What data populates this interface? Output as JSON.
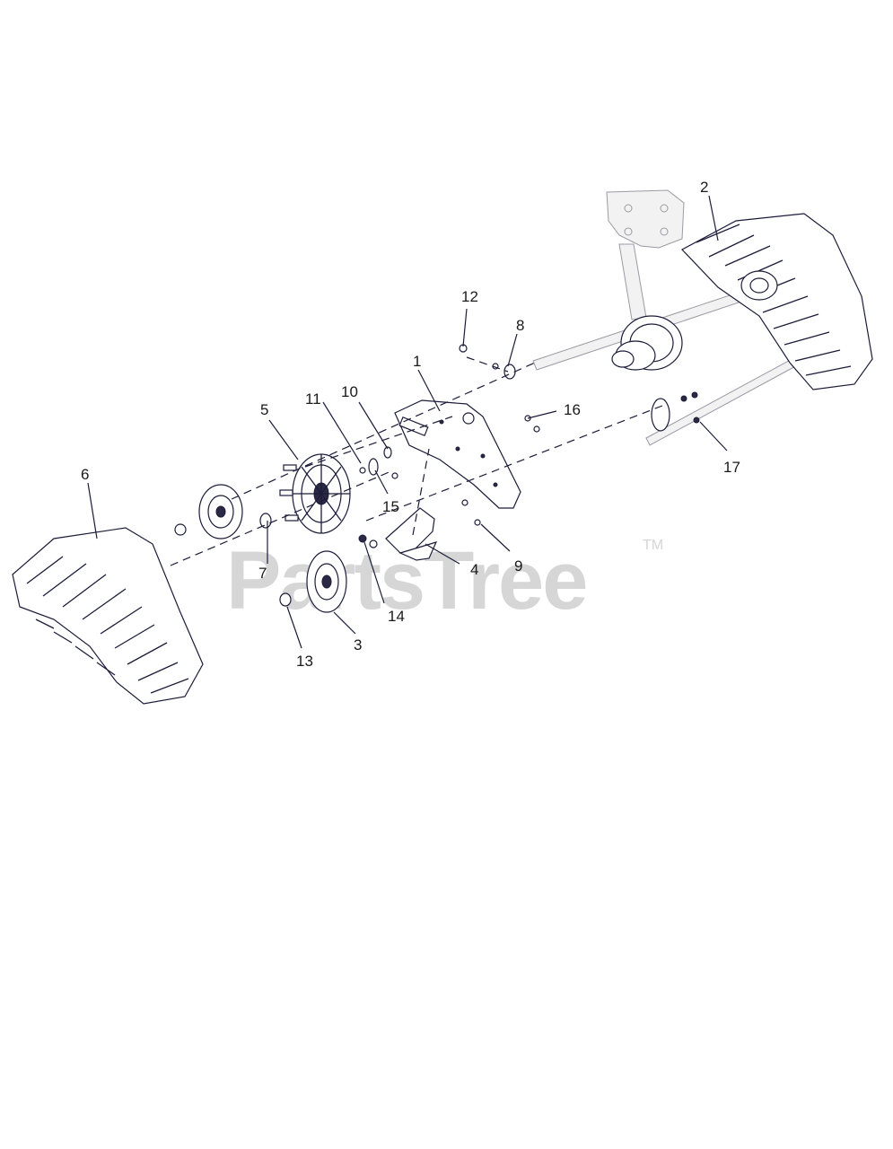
{
  "watermark": {
    "text": "PartsTree",
    "trademark": "TM"
  },
  "callouts": {
    "c1": "1",
    "c2": "2",
    "c3": "3",
    "c4": "4",
    "c5": "5",
    "c6": "6",
    "c7": "7",
    "c8": "8",
    "c9": "9",
    "c10": "10",
    "c11": "11",
    "c12": "12",
    "c13": "13",
    "c14": "14",
    "c15": "15",
    "c16": "16",
    "c17": "17"
  }
}
